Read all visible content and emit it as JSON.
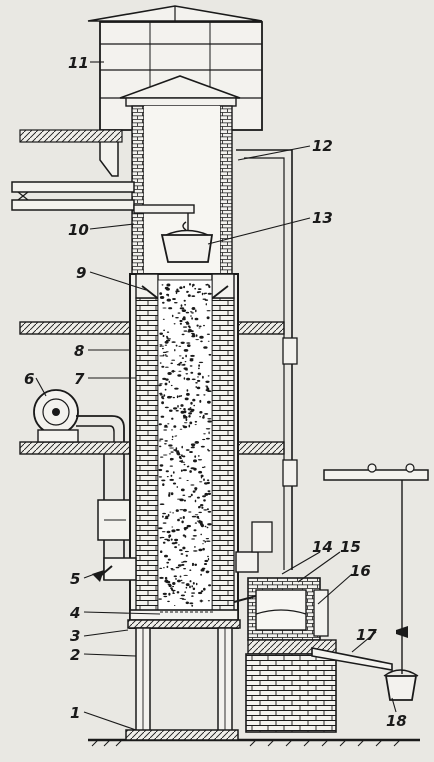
{
  "callouts": [
    {
      "id": "1",
      "text": "1"
    },
    {
      "id": "2",
      "text": "2"
    },
    {
      "id": "3",
      "text": "3"
    },
    {
      "id": "4",
      "text": "4"
    },
    {
      "id": "5",
      "text": "5"
    },
    {
      "id": "6",
      "text": "6"
    },
    {
      "id": "7",
      "text": "7"
    },
    {
      "id": "8",
      "text": "8"
    },
    {
      "id": "9",
      "text": "9"
    },
    {
      "id": "10",
      "text": "10"
    },
    {
      "id": "11",
      "text": "11"
    },
    {
      "id": "12",
      "text": "12"
    },
    {
      "id": "13",
      "text": "13"
    },
    {
      "id": "14",
      "text": "14"
    },
    {
      "id": "15",
      "text": "15"
    },
    {
      "id": "16",
      "text": "16"
    },
    {
      "id": "17",
      "text": "17"
    },
    {
      "id": "18",
      "text": "18"
    }
  ],
  "colors": {
    "ink": "#1a1a1a",
    "paper": "#e9e8e3",
    "charge": "#ffffff"
  }
}
